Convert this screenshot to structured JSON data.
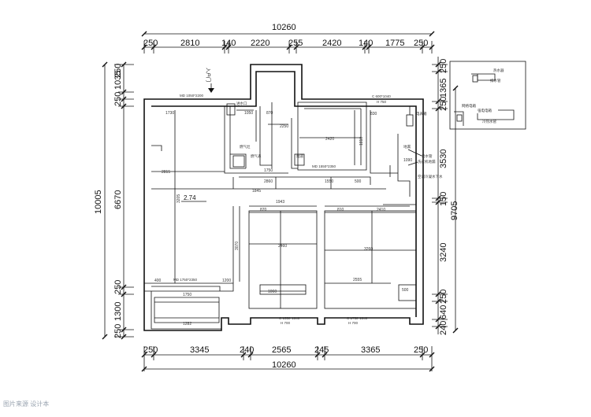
{
  "dims_top": {
    "total": "10260",
    "segments": [
      "250",
      "2810",
      "140",
      "2220",
      "255",
      "2420",
      "140",
      "1775",
      "250"
    ]
  },
  "dims_bottom": {
    "total": "10260",
    "segments": [
      "250",
      "3345",
      "240",
      "2565",
      "245",
      "3365",
      "250"
    ]
  },
  "dims_left": {
    "total": "10005",
    "segments": [
      "1035",
      "250",
      "250",
      "6670",
      "250",
      "1300",
      "250"
    ]
  },
  "dims_right": {
    "total": "9705",
    "segments": [
      "250",
      "1365",
      "250",
      "3530",
      "150",
      "3240",
      "250",
      "640",
      "240"
    ]
  },
  "labels": {
    "entry_door": "入户门",
    "md_top": "MD 1050*2200",
    "window_top": "C 600*1040",
    "window_top_h": "H 750",
    "md_mid": "MD 1550*2350",
    "md_left": "MD 1750*2350",
    "area": "2.74",
    "window_bl": "C 1550*1040",
    "window_bl_h": "H 700",
    "window_br": "C 1750*1040",
    "window_br_h": "H 700",
    "meter": "电表箱",
    "water": "进水口",
    "gas": "燃气表",
    "stove": "燃气灶",
    "flue": "烟道",
    "drain": "地漏",
    "net_box": "网络电箱",
    "elec_box": "强电电箱",
    "heater": "热水器",
    "pipe1": "给水管",
    "pipe2": "排水管",
    "pipe3": "冷热水管",
    "floor_drain": "洗衣机地漏",
    "pipe_drop": "空调冷凝水下水"
  },
  "inner_dims": {
    "d1": "1730",
    "d2": "1050",
    "d3": "870",
    "d4": "2250",
    "d5": "2420",
    "d6": "1810",
    "d7": "2815",
    "d8": "1750",
    "d9": "2860",
    "d10": "1550",
    "d11": "500",
    "d12": "1845",
    "d13": "3205",
    "d14": "870",
    "d15": "1943",
    "d16": "810",
    "d17": "2410",
    "d18": "2460",
    "d19": "3260",
    "d20": "3070",
    "d21": "1200",
    "d22": "2555",
    "d23": "1750",
    "d24": "1282",
    "d25": "1090",
    "d26": "1060",
    "d27": "400",
    "d28": "830",
    "d29": "500"
  },
  "watermark": "图片来源 设计本"
}
